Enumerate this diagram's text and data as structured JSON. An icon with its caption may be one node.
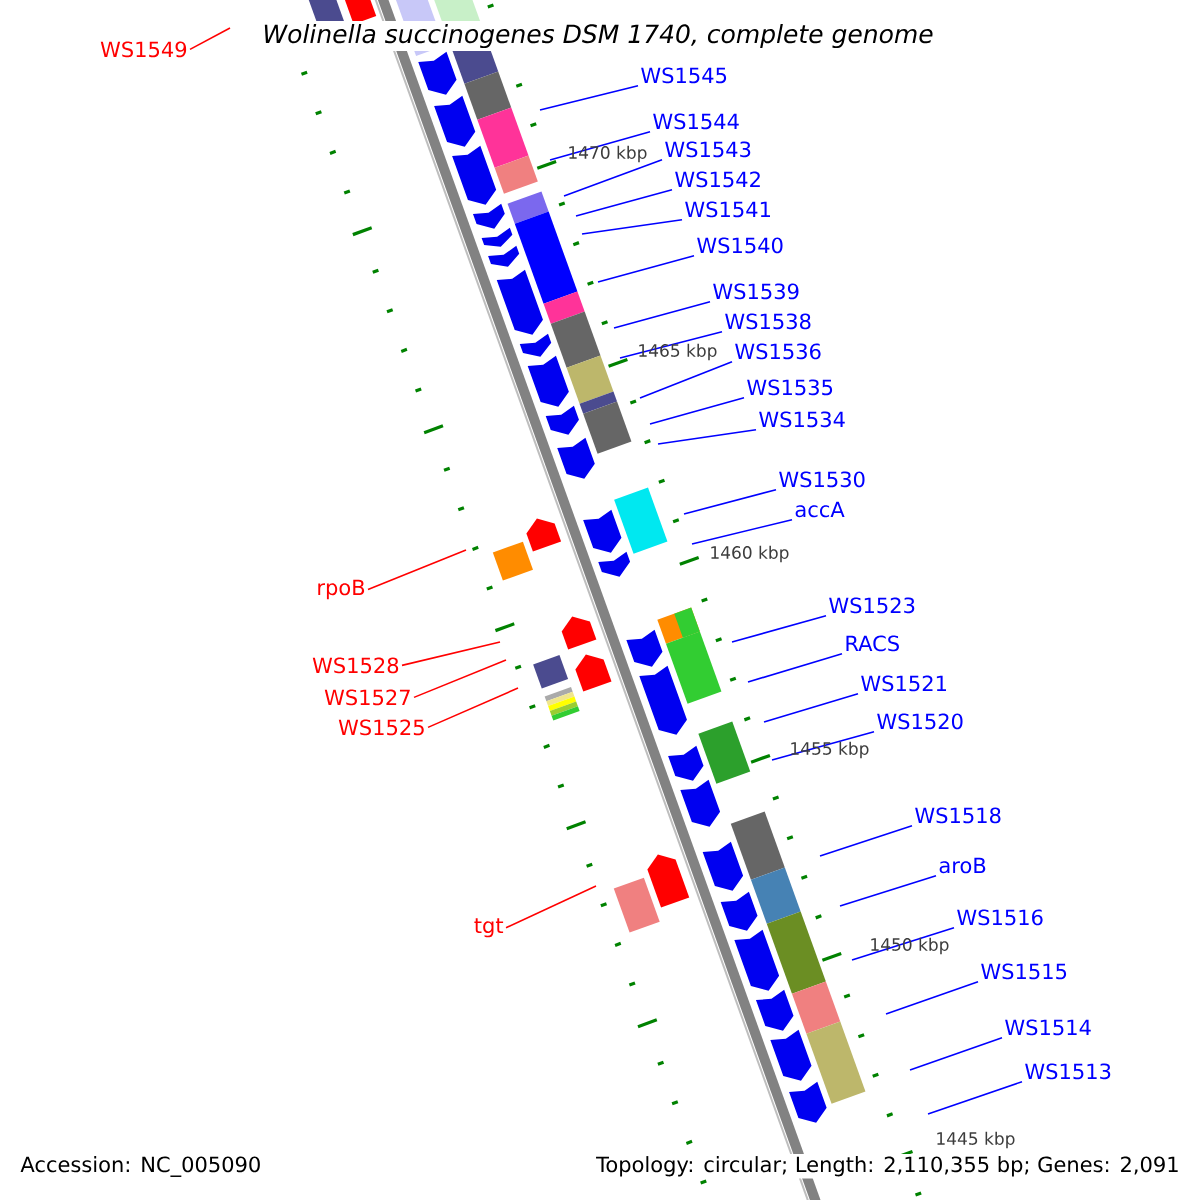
{
  "diagram": {
    "title": "Wolinella succinogenes DSM 1740, complete genome",
    "nodes": [
      {
        "text": [
          "WS1549"
        ]
      },
      {
        "text": [
          "WS1545"
        ]
      },
      {
        "text": [
          "WS1544"
        ]
      },
      {
        "text": [
          "WS1543"
        ]
      },
      {
        "text": [
          "WS1542"
        ]
      },
      {
        "text": [
          "WS1541"
        ]
      },
      {
        "text": [
          "WS1540"
        ]
      },
      {
        "text": [
          "WS1539"
        ]
      },
      {
        "text": [
          "WS1538"
        ]
      },
      {
        "text": [
          "WS1536"
        ]
      },
      {
        "text": [
          "WS1535"
        ]
      },
      {
        "text": [
          "WS1534"
        ]
      },
      {
        "text": [
          "WS1530"
        ]
      },
      {
        "text": [
          "accA"
        ]
      },
      {
        "text": [
          "rpoB"
        ]
      },
      {
        "text": [
          "WS1523"
        ]
      },
      {
        "text": [
          "RACS"
        ]
      },
      {
        "text": [
          "WS1528"
        ]
      },
      {
        "text": [
          "WS1521"
        ]
      },
      {
        "text": [
          "WS1527"
        ]
      },
      {
        "text": [
          "WS1520"
        ]
      },
      {
        "text": [
          "WS1525"
        ]
      },
      {
        "text": [
          "WS1518"
        ]
      },
      {
        "text": [
          "aroB"
        ]
      },
      {
        "text": [
          "WS1516"
        ]
      },
      {
        "text": [
          "tgt"
        ]
      },
      {
        "text": [
          "WS1515"
        ]
      },
      {
        "text": [
          "WS1514"
        ]
      },
      {
        "text": [
          "WS1513"
        ]
      }
    ],
    "edges": [
      {
        "from": 0,
        "to": null,
        "arrow": "none",
        "color": "#ff0000"
      },
      {
        "from": 1,
        "to": null,
        "arrow": "none"
      },
      {
        "from": 2,
        "to": null,
        "arrow": "none"
      },
      {
        "from": 3,
        "to": null,
        "arrow": "none"
      },
      {
        "from": 4,
        "to": null,
        "arrow": "none"
      },
      {
        "from": 5,
        "to": null,
        "arrow": "none"
      },
      {
        "from": 6,
        "to": null,
        "arrow": "none"
      },
      {
        "from": 7,
        "to": null,
        "arrow": "none"
      },
      {
        "from": 8,
        "to": null,
        "arrow": "none"
      },
      {
        "from": 9,
        "to": null,
        "arrow": "none"
      },
      {
        "from": 10,
        "to": null,
        "arrow": "none"
      },
      {
        "from": 11,
        "to": null,
        "arrow": "none"
      },
      {
        "from": 12,
        "to": null,
        "arrow": "none"
      },
      {
        "from": 13,
        "to": null,
        "arrow": "none"
      },
      {
        "from": 14,
        "to": null,
        "arrow": "none",
        "color": "#ff0000"
      },
      {
        "from": 15,
        "to": null,
        "arrow": "none"
      },
      {
        "from": 16,
        "to": null,
        "arrow": "none"
      },
      {
        "from": 17,
        "to": null,
        "arrow": "none",
        "color": "#ff0000"
      },
      {
        "from": 18,
        "to": null,
        "arrow": "none"
      },
      {
        "from": 19,
        "to": null,
        "arrow": "none",
        "color": "#ff0000"
      },
      {
        "from": 20,
        "to": null,
        "arrow": "none"
      },
      {
        "from": 21,
        "to": null,
        "arrow": "none",
        "color": "#ff0000"
      },
      {
        "from": 22,
        "to": null,
        "arrow": "none"
      },
      {
        "from": 23,
        "to": null,
        "arrow": "none"
      },
      {
        "from": 24,
        "to": null,
        "arrow": "none"
      },
      {
        "from": 25,
        "to": null,
        "arrow": "none",
        "color": "#ff0000"
      },
      {
        "from": 26,
        "to": null,
        "arrow": "none"
      },
      {
        "from": 27,
        "to": null,
        "arrow": "none"
      },
      {
        "from": 28,
        "to": null,
        "arrow": "none"
      }
    ],
    "labels": [
      "1470 kbp",
      "1465 kbp",
      "1460 kbp",
      "1455 kbp",
      "1450 kbp",
      "1445 kbp",
      "Accession: NC_005090",
      "Topology: circular; Length: 2,110,355 bp; Genes: 2,091"
    ]
  }
}
